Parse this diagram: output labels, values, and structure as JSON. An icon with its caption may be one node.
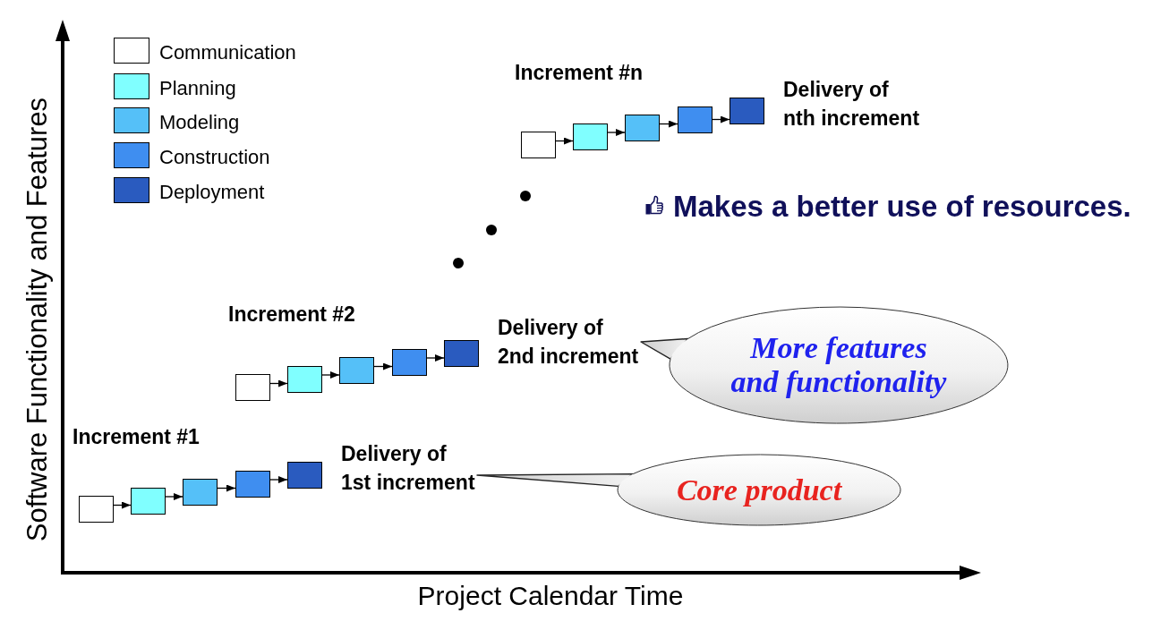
{
  "diagram": {
    "nodes": [
      {
        "text": [],
        "shape": "box"
      },
      {
        "text": [],
        "shape": "box"
      },
      {
        "text": [],
        "shape": "box"
      },
      {
        "text": [],
        "shape": "box"
      },
      {
        "text": [],
        "shape": "box",
        "beside": [
          "Delivery of nth increment"
        ]
      },
      {
        "text": [],
        "shape": "box"
      },
      {
        "text": [],
        "shape": "box"
      },
      {
        "text": [],
        "shape": "box"
      },
      {
        "text": [],
        "shape": "box"
      },
      {
        "text": [],
        "shape": "box"
      },
      {
        "text": [
          "Delivery of 2nd increment"
        ]
      },
      {
        "text": [
          "More features and functionality"
        ]
      },
      {
        "text": [],
        "shape": "box"
      },
      {
        "text": [],
        "shape": "box"
      },
      {
        "text": [],
        "shape": "box"
      },
      {
        "text": [],
        "shape": "box"
      },
      {
        "text": [],
        "shape": "box"
      },
      {
        "text": [
          "Delivery of 1st increment"
        ]
      },
      {
        "text": [
          "Core product"
        ]
      }
    ],
    "edges": [
      {
        "from": 0,
        "to": 1,
        "arrow": "to"
      },
      {
        "from": 1,
        "to": 2,
        "arrow": "to"
      },
      {
        "from": 2,
        "to": 3,
        "arrow": "to"
      },
      {
        "from": 3,
        "to": 4,
        "arrow": "to"
      },
      {
        "from": 5,
        "to": 6,
        "arrow": "to"
      },
      {
        "from": 6,
        "to": 7,
        "arrow": "to"
      },
      {
        "from": 7,
        "to": 8,
        "arrow": "to"
      },
      {
        "from": 8,
        "to": 9,
        "arrow": "to"
      },
      {
        "from": 11,
        "to": 10,
        "arrow": "none"
      },
      {
        "from": 12,
        "to": 13,
        "arrow": "to"
      },
      {
        "from": 13,
        "to": 14,
        "arrow": "to"
      },
      {
        "from": 14,
        "to": 15,
        "arrow": "to"
      },
      {
        "from": 15,
        "to": 16,
        "arrow": "to"
      },
      {
        "from": 18,
        "to": 17,
        "arrow": "none"
      }
    ],
    "labels": [
      "Software Functionality and Features",
      "Increment #n",
      "Makes a better use of resources.",
      "Increment #2",
      "Increment #1",
      "Project Calendar Time"
    ],
    "legend": [
      {
        "text": "Communication",
        "color": "#ffffff"
      },
      {
        "text": "Planning",
        "color": "#80ffff"
      },
      {
        "text": "Modeling",
        "color": "#55c0f8"
      },
      {
        "text": "Construction",
        "color": "#3f8ef0"
      },
      {
        "text": "Deployment",
        "color": "#2a5bbf"
      }
    ]
  }
}
